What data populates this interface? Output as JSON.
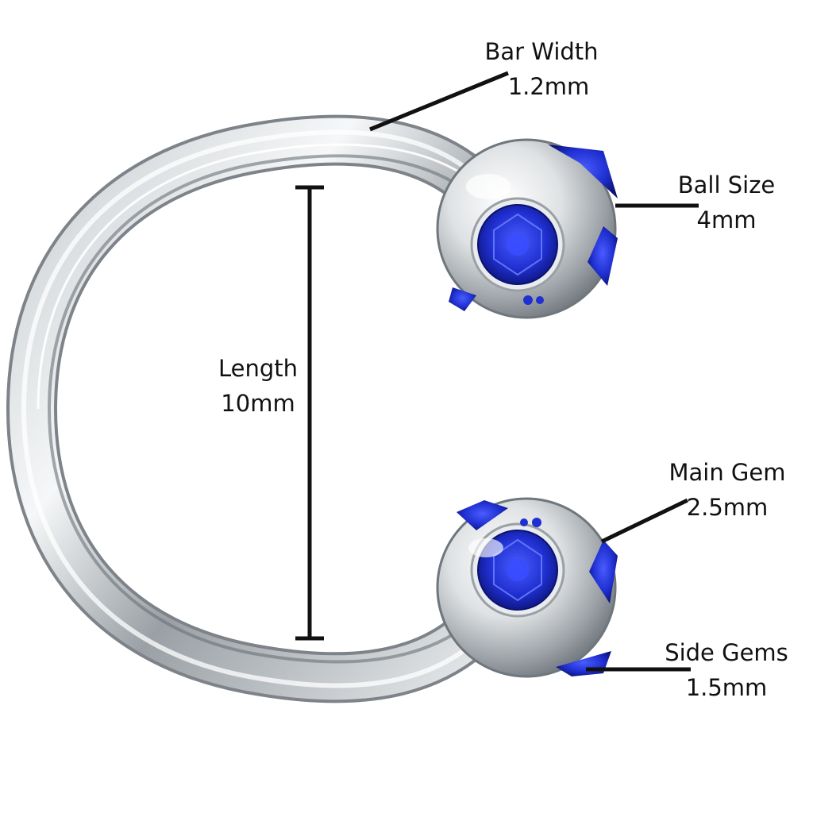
{
  "annotations": {
    "bar_width": {
      "label": "Bar Width",
      "value": "1.2mm"
    },
    "ball_size": {
      "label": "Ball Size",
      "value": "4mm"
    },
    "length": {
      "label": "Length",
      "value": "10mm"
    },
    "main_gem": {
      "label": "Main Gem",
      "value": "2.5mm"
    },
    "side_gems": {
      "label": "Side Gems",
      "value": "1.5mm"
    }
  },
  "colors": {
    "steel_dark": "#8e9499",
    "steel_light": "#f4f6f7",
    "gem_blue": "#1f2fd0",
    "gem_dark": "#0b1270",
    "line": "#111111"
  }
}
